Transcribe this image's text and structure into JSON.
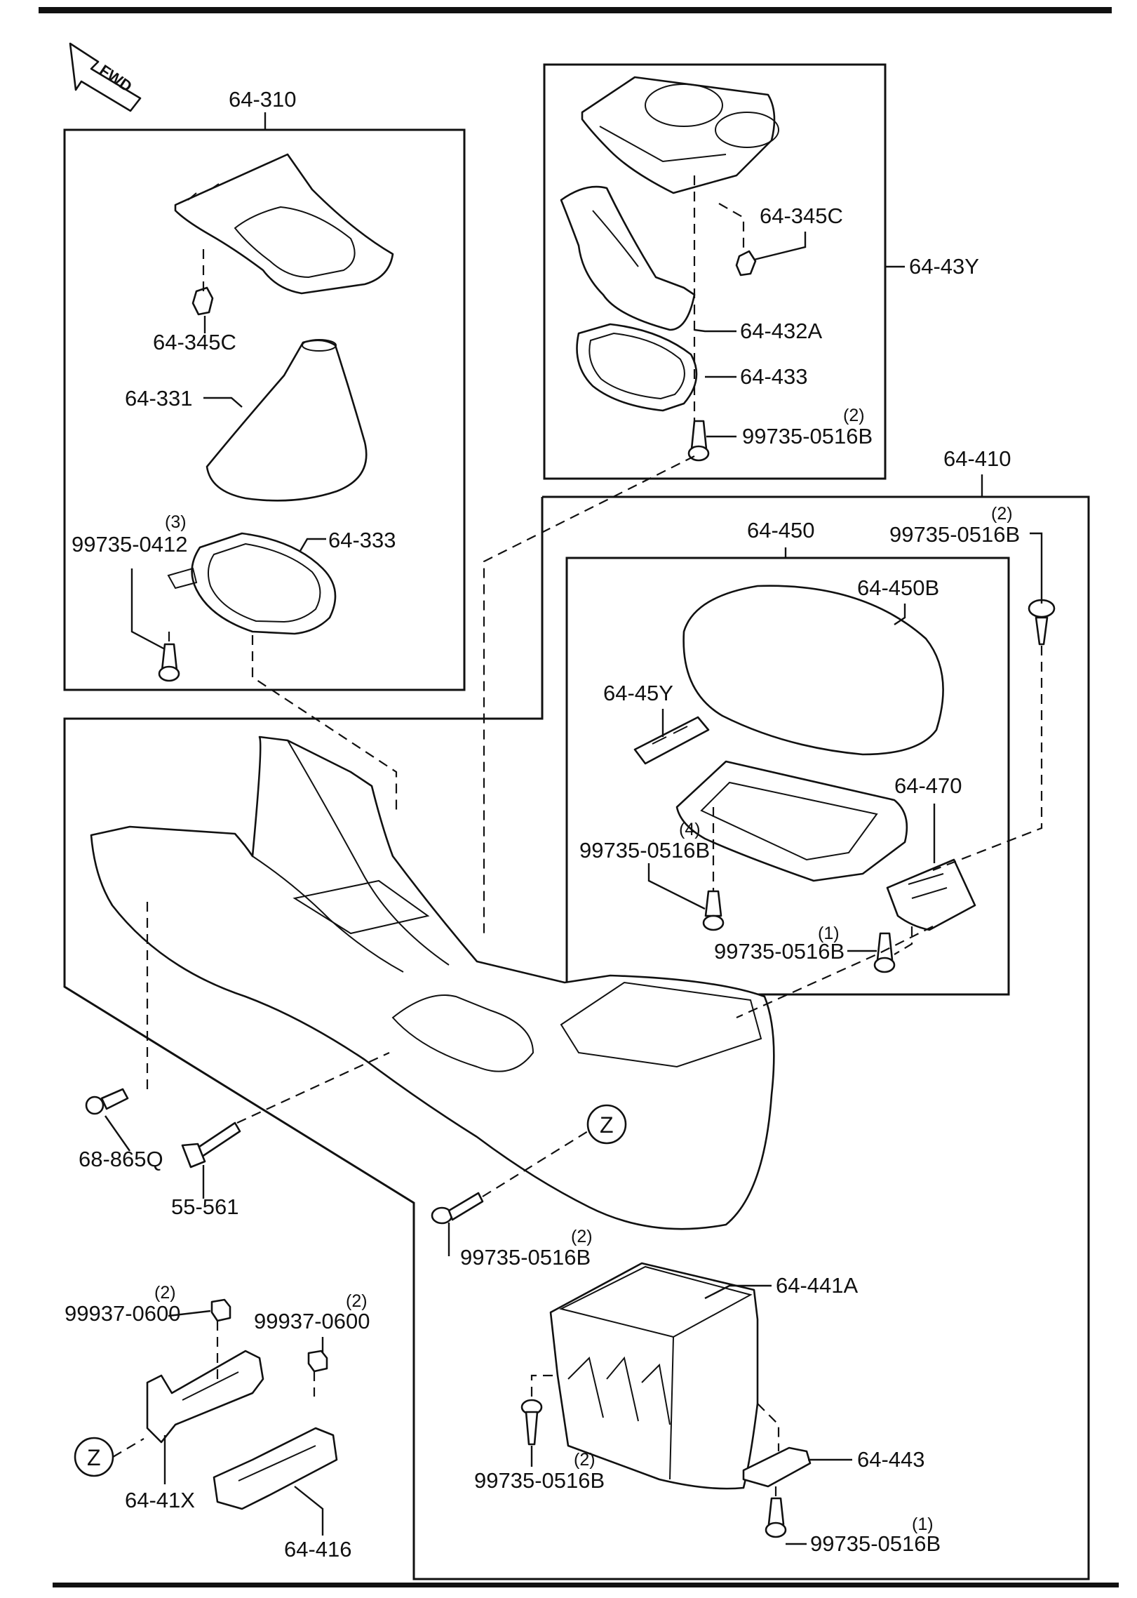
{
  "orientation_badge": "FWD",
  "callouts": {
    "c64_310": "64-310",
    "c64_345c_left": "64-345C",
    "c64_331": "64-331",
    "c99735_0412": "99735-0412",
    "c99735_0412_qty": "(3)",
    "c64_333": "64-333",
    "c64_345c_right": "64-345C",
    "c64_43y": "64-43Y",
    "c64_432a": "64-432A",
    "c64_433": "64-433",
    "c99735_top": "99735-0516B",
    "c99735_top_qty": "(2)",
    "c64_410": "64-410",
    "c64_450": "64-450",
    "c99735_right": "99735-0516B",
    "c99735_right_qty": "(2)",
    "c64_450b": "64-450B",
    "c64_45y": "64-45Y",
    "c64_470": "64-470",
    "c99735_lid": "99735-0516B",
    "c99735_lid_qty": "(4)",
    "c99735_bracket": "99735-0516B",
    "c99735_bracket_qty": "(1)",
    "c68_865q": "68-865Q",
    "c55_561": "55-561",
    "z_upper": "Z",
    "c99735_front": "99735-0516B",
    "c99735_front_qty": "(2)",
    "c64_441a": "64-441A",
    "c99937_a": "99937-0600",
    "c99937_a_qty": "(2)",
    "c99937_b": "99937-0600",
    "c99937_b_qty": "(2)",
    "z_lower": "Z",
    "c64_41x": "64-41X",
    "c64_416": "64-416",
    "c64_443": "64-443",
    "c99735_bin": "99735-0516B",
    "c99735_bin_qty": "(2)",
    "c99735_clip": "99735-0516B",
    "c99735_clip_qty": "(1)"
  }
}
